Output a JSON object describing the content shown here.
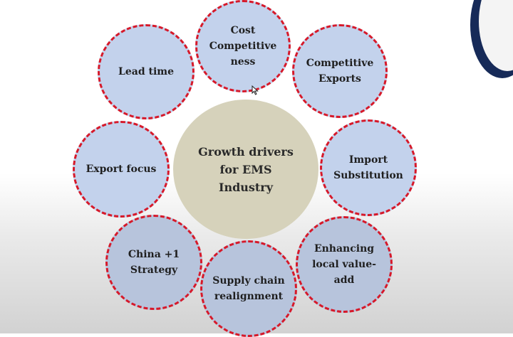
{
  "diagram": {
    "center_label": "Growth drivers\nfor EMS\nIndustry",
    "nodes": [
      {
        "id": "cost-competitiveness",
        "label": "Cost\nCompetitive\nness"
      },
      {
        "id": "competitive-exports",
        "label": "Competitive\nExports"
      },
      {
        "id": "import-substitution",
        "label": "Import\nSubstitution"
      },
      {
        "id": "enhancing-local-value-add",
        "label": "Enhancing\nlocal value-\nadd"
      },
      {
        "id": "supply-chain-realignment",
        "label": "Supply chain\nrealignment"
      },
      {
        "id": "china-plus-one",
        "label": "China +1\nStrategy"
      },
      {
        "id": "export-focus",
        "label": "Export focus"
      },
      {
        "id": "lead-time",
        "label": "Lead time"
      }
    ]
  },
  "colors": {
    "node_fill": "#c3d2ec",
    "node_border": "#d6192a",
    "center_fill": "#d6d2bb",
    "text": "#1f1f1f"
  }
}
